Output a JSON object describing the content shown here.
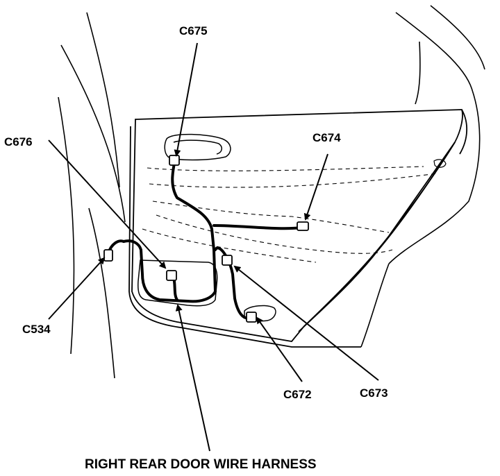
{
  "diagram": {
    "title": "RIGHT REAR DOOR WIRE HARNESS",
    "labels": {
      "c675": "C675",
      "c676": "C676",
      "c674": "C674",
      "c534": "C534",
      "c672": "C672",
      "c673": "C673"
    },
    "colors": {
      "ink": "#000000",
      "background": "#ffffff"
    }
  }
}
